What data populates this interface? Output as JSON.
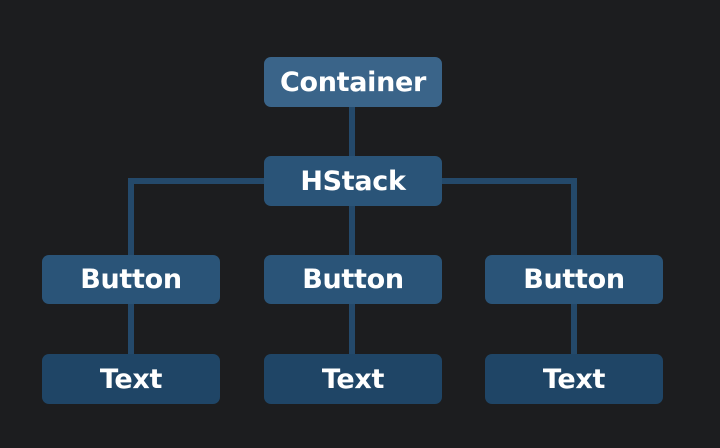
{
  "diagram": {
    "root": {
      "label": "Container"
    },
    "hstack": {
      "label": "HStack"
    },
    "buttons": [
      {
        "label": "Button"
      },
      {
        "label": "Button"
      },
      {
        "label": "Button"
      }
    ],
    "texts": [
      {
        "label": "Text"
      },
      {
        "label": "Text"
      },
      {
        "label": "Text"
      }
    ]
  },
  "colors": {
    "background": "#1c1d1f",
    "root_fill": "#3a6489",
    "mid_fill": "#2a5478",
    "leaf_fill": "#1f4566",
    "connector": "#24496a",
    "text": "#ffffff"
  }
}
